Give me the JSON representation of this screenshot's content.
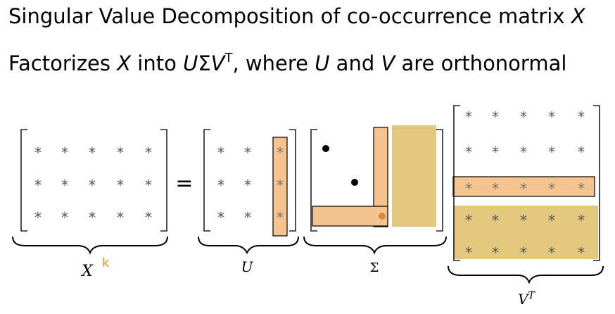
{
  "heading": {
    "line1_text": "Singular Value Decomposition of co-occurrence matrix ",
    "line1_var": "X",
    "line2_prefix": "Factorizes ",
    "line2_x": "X",
    "line2_into": " into ",
    "line2_u": "U",
    "line2_sigma": "Σ",
    "line2_v": "V",
    "line2_t": "T",
    "line2_where": ", where ",
    "line2_u2": "U",
    "line2_and": " and ",
    "line2_v2": "V",
    "line2_tail": " are orthonormal"
  },
  "diagram": {
    "equals_sign": "=",
    "entry_glyph": "*",
    "labels": {
      "x": "X",
      "x_superscript": "k",
      "u": "U",
      "sigma": "Σ",
      "vt": "V",
      "vt_superscript": "T"
    },
    "colors": {
      "orange_highlight": "#F5C38E",
      "gold_highlight": "#E2C87C",
      "k_label": "#E0922B"
    }
  }
}
